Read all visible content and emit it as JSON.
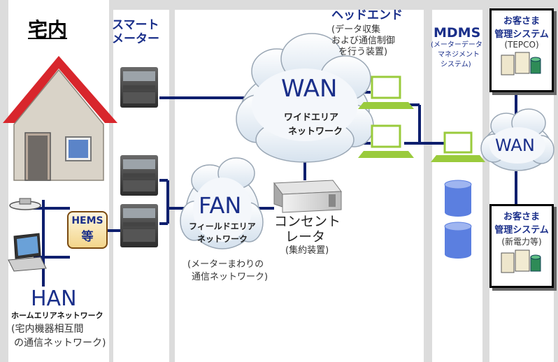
{
  "home": {
    "title": "宅内"
  },
  "smart_meter": {
    "label_line1": "スマート",
    "label_line2": "メーター"
  },
  "head_end": {
    "title": "ヘッドエンド",
    "desc_line1": "(データ収集",
    "desc_line2": "および通信制御",
    "desc_line3": "を行う装置)"
  },
  "mdms": {
    "title": "MDMS",
    "desc_line1": "(メーターデータ",
    "desc_line2": "マネジメント",
    "desc_line3": "システム)"
  },
  "wan_main": {
    "title": "WAN",
    "sub_line1": "ワイドエリア",
    "sub_line2": "ネットワーク"
  },
  "wan_right": {
    "title": "WAN"
  },
  "fan": {
    "title": "FAN",
    "sub_line1": "フィールドエリア",
    "sub_line2": "ネットワーク",
    "desc_line1": "(メーターまわりの",
    "desc_line2": "通信ネットワーク)"
  },
  "concentrator": {
    "title_line1": "コンセント",
    "title_line2": "レータ",
    "desc": "(集約装置)"
  },
  "hems": {
    "line1": "HEMS",
    "line2": "等"
  },
  "han": {
    "title": "HAN",
    "sub": "ホームエリアネットワーク",
    "desc_line1": "(宅内機器相互間",
    "desc_line2": "の通信ネットワーク)"
  },
  "customer_tepco": {
    "title_line1": "お客さま",
    "title_line2": "管理システム",
    "org": "(TEPCO)"
  },
  "customer_new": {
    "title_line1": "お客さま",
    "title_line2": "管理システム",
    "org": "(新電力等)"
  },
  "colors": {
    "line": "#0d1f6e",
    "cloud": "#eef3f8",
    "laptop": "#9acb3c",
    "db": "#5b7fe0",
    "roof": "#d8262c"
  }
}
